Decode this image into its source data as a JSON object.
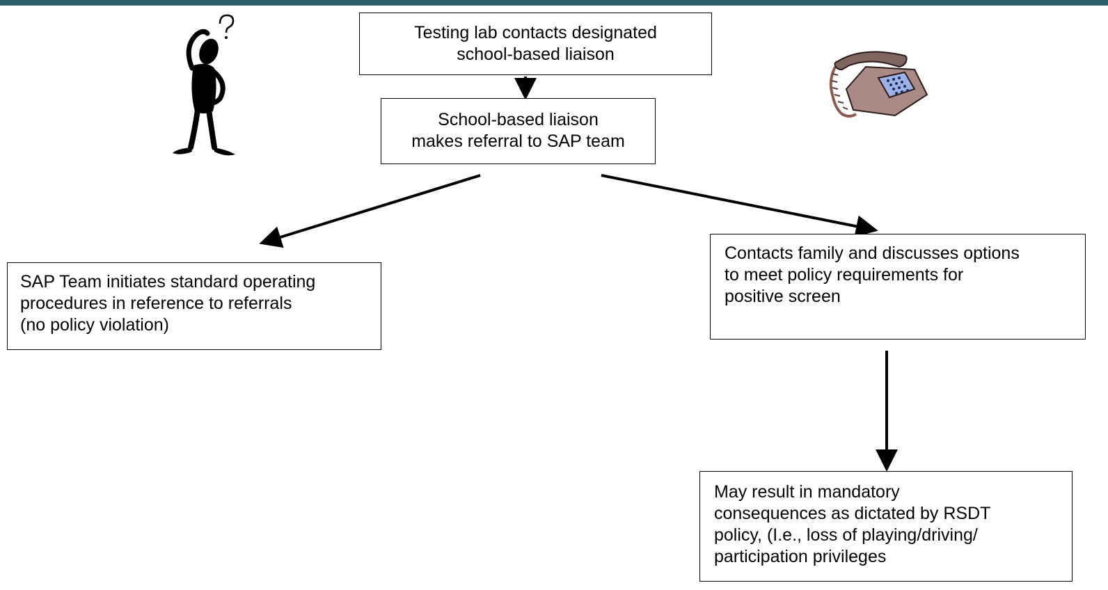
{
  "diagram": {
    "theme": {
      "top_bar_color": "#2f5f6b",
      "line_color": "#000000"
    },
    "nodes": [
      {
        "id": "box1",
        "lines": [
          "Testing lab contacts designated",
          "school-based liaison"
        ]
      },
      {
        "id": "box2",
        "lines": [
          "School-based liaison",
          "makes referral to SAP team"
        ]
      },
      {
        "id": "box3",
        "lines": [
          "SAP Team initiates standard operating",
          "procedures in reference to referrals",
          "(no policy violation)"
        ]
      },
      {
        "id": "box4",
        "lines": [
          "Contacts family and discusses options",
          "to meet policy requirements for",
          "positive screen"
        ]
      },
      {
        "id": "box5",
        "lines": [
          "May result in mandatory",
          "consequences as dictated by RSDT",
          "policy, (I.e., loss of playing/driving/",
          "participation privileges"
        ]
      }
    ],
    "edges": [
      {
        "from": "box1",
        "to": "box2"
      },
      {
        "from": "box2",
        "to": "box3"
      },
      {
        "from": "box2",
        "to": "box4"
      },
      {
        "from": "box4",
        "to": "box5"
      }
    ],
    "icons": [
      "thinking-person-icon",
      "telephone-icon"
    ]
  }
}
